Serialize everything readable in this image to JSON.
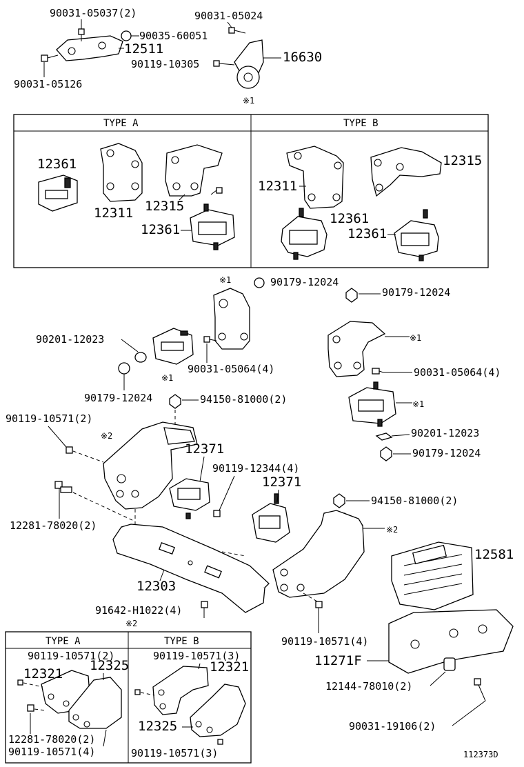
{
  "labels": {
    "l_9003105037": "90031-05037(2)",
    "l_9003560051": "90035-60051",
    "l_9003105024": "90031-05024",
    "l_12511": "12511",
    "l_16630": "16630",
    "l_9011910305": "90119-10305",
    "l_9003105126": "90031-05126",
    "l_9017912024_a": "90179-12024",
    "l_9017912024_b": "90179-12024",
    "l_9020112023_a": "90201-12023",
    "l_9003105064_a": "90031-05064(4)",
    "l_9003105064_b": "90031-05064(4)",
    "l_9017912024_c": "90179-12024",
    "l_9415081000_a": "94150-81000(2)",
    "l_9011910571_a": "90119-10571(2)",
    "l_12371_a": "12371",
    "l_9011912344": "90119-12344(4)",
    "l_12371_b": "12371",
    "l_9020112023_b": "90201-12023",
    "l_9017912024_d": "90179-12024",
    "l_9415081000_b": "94150-81000(2)",
    "l_1228178020_a": "12281-78020(2)",
    "l_12303": "12303",
    "l_12581": "12581",
    "l_91642h1022": "91642-H1022(4)",
    "l_9011910571_b": "90119-10571(4)",
    "l_11271f": "11271F",
    "l_1214478010": "12144-78010(2)",
    "l_9003119106": "90031-19106(2)",
    "ref_code": "112373D"
  },
  "top_type_box": {
    "type_a": "TYPE A",
    "type_b": "TYPE B",
    "a_12361": "12361",
    "a_12311": "12311",
    "a_12315": "12315",
    "a_12361b": "12361",
    "b_12311": "12311",
    "b_12315": "12315",
    "b_12361": "12361",
    "b_12361b": "12361"
  },
  "bottom_type_box": {
    "type_a": "TYPE A",
    "type_b": "TYPE B",
    "a_9011910571": "90119-10571(2)",
    "a_12321": "12321",
    "a_12325": "12325",
    "a_1228178020": "12281-78020(2)",
    "a_9011910571b": "90119-10571(4)",
    "b_9011910571": "90119-10571(3)",
    "b_12321": "12321",
    "b_12325": "12325",
    "b_9011910571b": "90119-10571(3)"
  },
  "markers": {
    "m1_top": "※1",
    "m1_bracket": "※1",
    "m1_right_bracket": "※1",
    "m1_left_insul": "※1",
    "m1_right_insul": "※1",
    "m2_left": "※2",
    "m2_right": "※2",
    "m2_bottom": "※2"
  }
}
